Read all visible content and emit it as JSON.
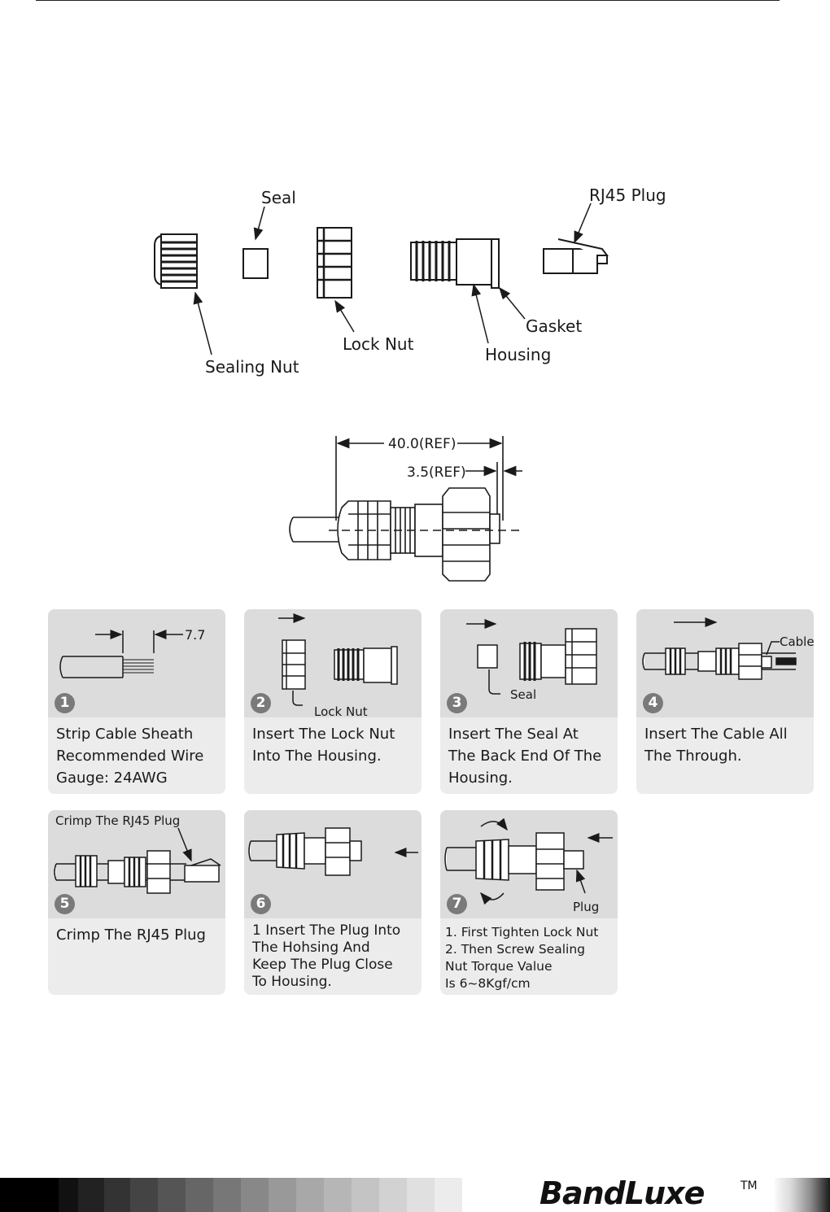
{
  "parts_diagram": {
    "labels": {
      "seal": "Seal",
      "rj45_plug": "RJ45 Plug",
      "sealing_nut": "Sealing Nut",
      "lock_nut": "Lock Nut",
      "gasket": "Gasket",
      "housing": "Housing"
    }
  },
  "dimension_diagram": {
    "overall": "40.0(REF)",
    "offset": "3.5(REF)"
  },
  "steps": [
    {
      "number": "1",
      "caption": "Strip Cable Sheath\nRecommended Wire\nGauge: 24AWG",
      "annotation": "7.7"
    },
    {
      "number": "2",
      "caption": "Insert The Lock Nut\nInto The Housing.",
      "annotation": "Lock Nut"
    },
    {
      "number": "3",
      "caption": "Insert The Seal At\nThe Back End Of  The\nHousing.",
      "annotation": "Seal"
    },
    {
      "number": "4",
      "caption": "Insert The Cable All\nThe Through.",
      "annotation": "Cable"
    },
    {
      "number": "5",
      "caption": "Crimp The RJ45 Plug",
      "annotation": "Crimp The RJ45 Plug"
    },
    {
      "number": "6",
      "caption": "1 Insert The Plug Into\nThe Hohsing And\nKeep The Plug Close\nTo Housing.",
      "annotation": ""
    },
    {
      "number": "7",
      "caption": "1. First Tighten Lock  Nut\n2. Then Screw Sealing\n     Nut Torque Value\n     Is 6~8Kgf/cm",
      "annotation": "Plug"
    }
  ],
  "footer": {
    "brand": "BandLuxe",
    "trademark": "TM"
  }
}
